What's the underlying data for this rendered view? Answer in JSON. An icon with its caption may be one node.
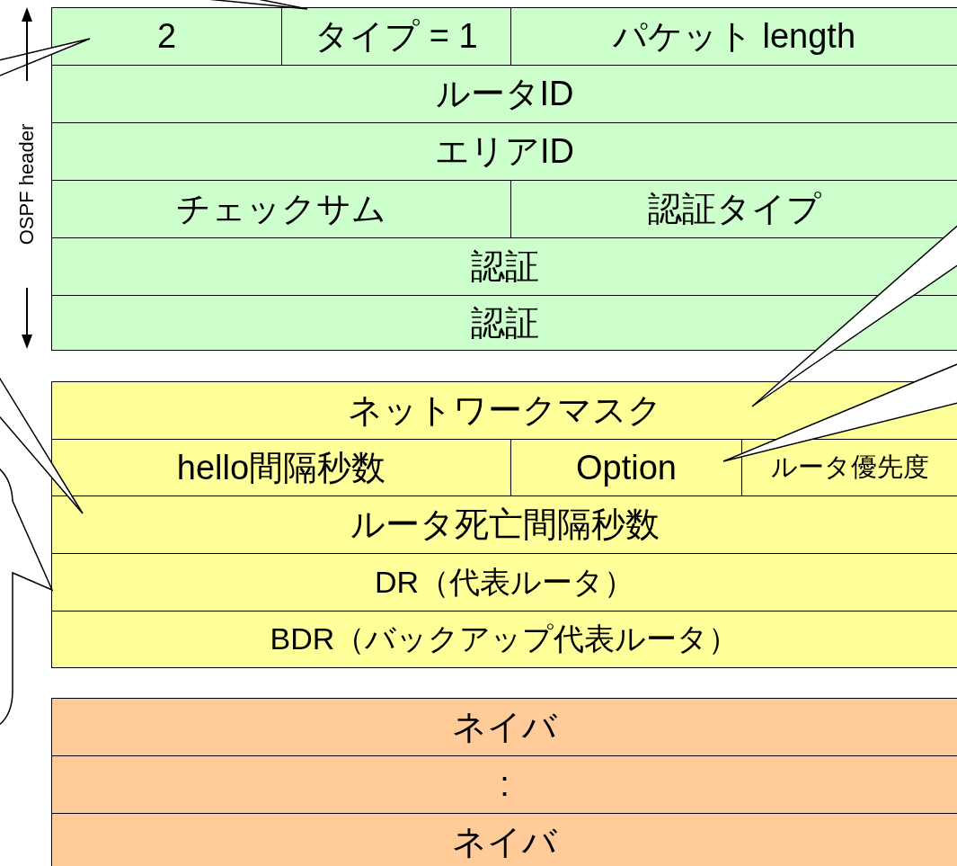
{
  "diagram": {
    "nodes": [
      {
        "text": [
          "2"
        ]
      },
      {
        "text": [
          "タイプ = 1"
        ]
      },
      {
        "text": [
          "パケット length"
        ]
      },
      {
        "text": [
          "ルータID"
        ]
      },
      {
        "text": [
          "エリアID"
        ]
      },
      {
        "text": [
          "チェックサム"
        ]
      },
      {
        "text": [
          "認証タイプ"
        ]
      },
      {
        "text": [
          "認証"
        ]
      },
      {
        "text": [
          "認証"
        ]
      },
      {
        "text": [
          "ネットワークマスク"
        ]
      },
      {
        "text": [
          "hello間隔秒数"
        ]
      },
      {
        "text": [
          "Option"
        ]
      },
      {
        "text": [
          "ルータ優先度"
        ]
      },
      {
        "text": [
          "ルータ死亡間隔秒数"
        ]
      },
      {
        "text": [
          "DR（代表ルータ）"
        ]
      },
      {
        "text": [
          "BDR（バックアップ代表ルータ）"
        ]
      },
      {
        "text": [
          "ネイバ"
        ]
      },
      {
        "text": [
          ":"
        ]
      },
      {
        "text": [
          "ネイバ"
        ]
      }
    ],
    "labels": [
      "OSPF header"
    ]
  }
}
